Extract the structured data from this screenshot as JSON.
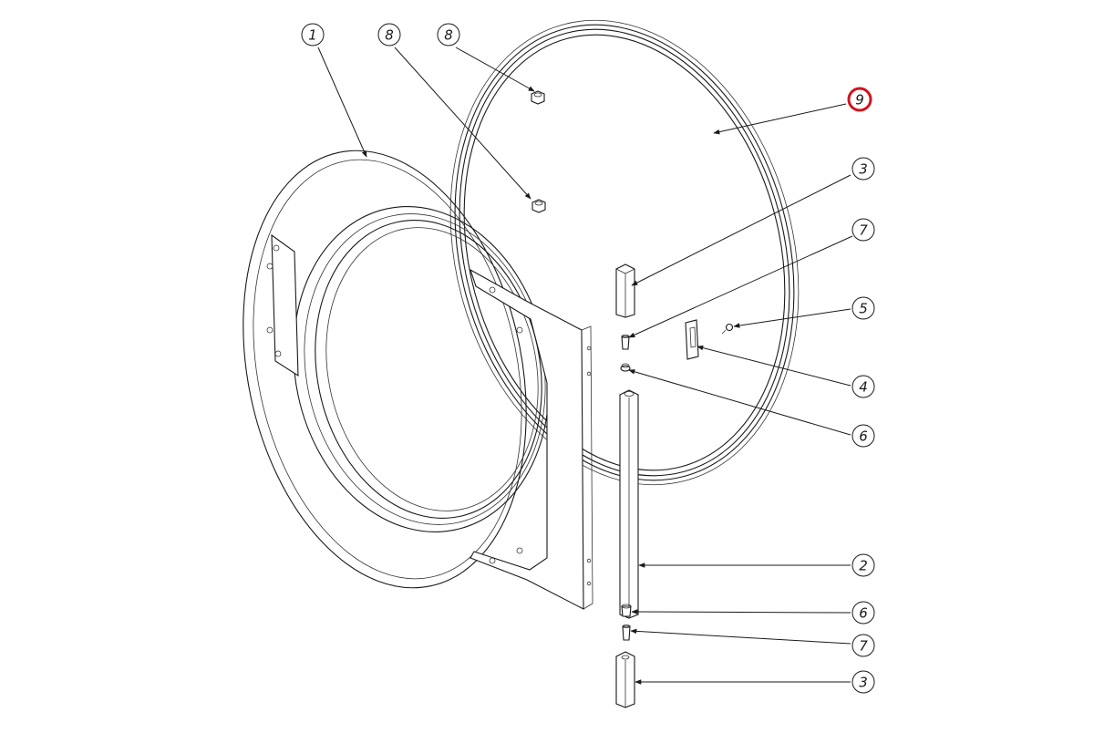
{
  "highlight_color": "#d0141e",
  "callouts": [
    {
      "id": "c1",
      "label": "1"
    },
    {
      "id": "c8a",
      "label": "8"
    },
    {
      "id": "c8b",
      "label": "8"
    },
    {
      "id": "c9",
      "label": "9",
      "highlighted": true
    },
    {
      "id": "c3a",
      "label": "3"
    },
    {
      "id": "c7a",
      "label": "7"
    },
    {
      "id": "c5",
      "label": "5"
    },
    {
      "id": "c4",
      "label": "4"
    },
    {
      "id": "c6a",
      "label": "6"
    },
    {
      "id": "c2",
      "label": "2"
    },
    {
      "id": "c6b",
      "label": "6"
    },
    {
      "id": "c7b",
      "label": "7"
    },
    {
      "id": "c3b",
      "label": "3"
    }
  ]
}
